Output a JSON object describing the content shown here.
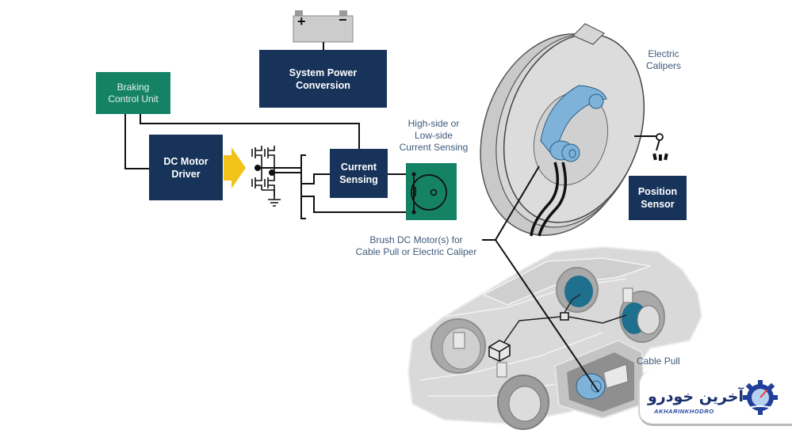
{
  "diagram": {
    "blocks": {
      "braking_control_unit": "Braking\nControl Unit",
      "dc_motor_driver": "DC Motor\nDriver",
      "system_power_conversion": "System Power\nConversion",
      "current_sensing": "Current\nSensing",
      "position_sensor": "Position\nSensor"
    },
    "labels": {
      "current_sensing_note": "High-side or\nLow-side\nCurrent Sensing",
      "electric_calipers": "Electric\nCalipers",
      "brush_dc_motor": "Brush DC Motor(s) for\nCable Pull or Electric Caliper",
      "cable_pull": "Cable Pull"
    },
    "battery": {
      "positive_symbol": "+",
      "negative_symbol": "−"
    },
    "colors": {
      "navy_block": "#17335a",
      "green_block": "#158265",
      "arrow_yellow": "#f2c11a",
      "caliper_blue": "#7fb2d8",
      "car_gray": "#d4d4d4",
      "label_text": "#3e5a7a"
    }
  },
  "watermark": {
    "logo_text_fa": "آخرین خودرو",
    "logo_text_en": "AKHARINKHODRO",
    "logo_icon": "gear-speedometer-icon"
  }
}
